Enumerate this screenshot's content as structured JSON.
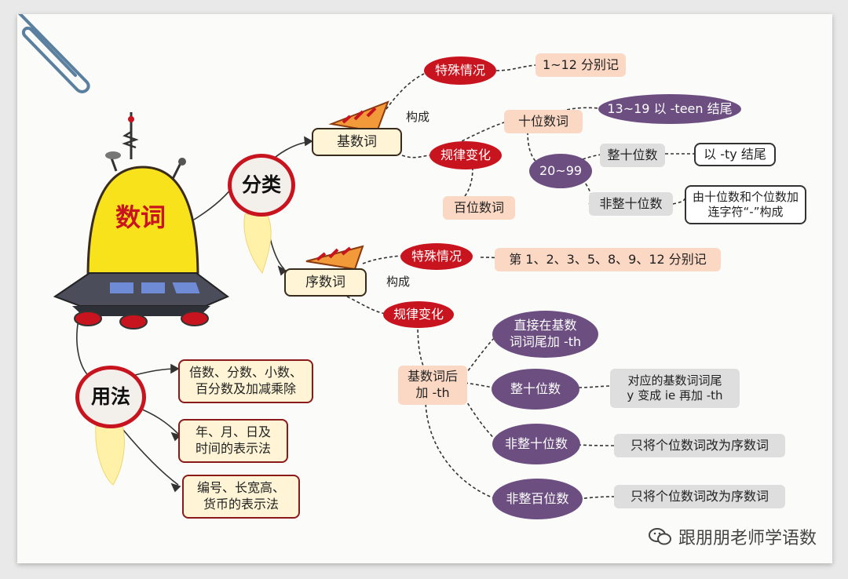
{
  "root": {
    "label": "数词"
  },
  "branches": {
    "classify": "分类",
    "usage": "用法"
  },
  "cardinal": {
    "label": "基数词",
    "compose": "构成",
    "special": {
      "label": "特殊情况",
      "rule": "1~12 分别记"
    },
    "regular": {
      "label": "规律变化"
    },
    "tens": {
      "label": "十位数词",
      "teen": "13~19 以 -teen 结尾",
      "range": "20~99"
    },
    "whole_tens": {
      "label": "整十位数",
      "rule": "以 -ty 结尾"
    },
    "non_whole_tens": {
      "label": "非整十位数",
      "rule_line1": "由十位数和个位数加",
      "rule_line2": "连字符“-”构成"
    },
    "hundreds": {
      "label": "百位数词"
    }
  },
  "ordinal": {
    "label": "序数词",
    "compose": "构成",
    "special": {
      "label": "特殊情况",
      "rule": "第 1、2、3、5、8、9、12 分别记"
    },
    "regular": {
      "label": "规律变化"
    },
    "add_th": {
      "line1": "基数词后",
      "line2": "加 -th"
    },
    "direct": {
      "line1": "直接在基数",
      "line2": "词词尾加 -th"
    },
    "whole_tens": {
      "label": "整十位数",
      "rule_line1": "对应的基数词词尾",
      "rule_line2": "y 变成 ie 再加 -th"
    },
    "non_whole_tens": {
      "label": "非整十位数",
      "rule": "只将个位数词改为序数词"
    },
    "non_whole_hundreds": {
      "label": "非整百位数",
      "rule": "只将个位数词改为序数词"
    }
  },
  "usage": {
    "items": [
      {
        "line1": "倍数、分数、小数、",
        "line2": "百分数及加减乘除"
      },
      {
        "line1": "年、月、日及",
        "line2": "时间的表示法"
      },
      {
        "line1": "编号、长宽高、",
        "line2": "货币的表示法"
      }
    ]
  },
  "watermark": {
    "text": "跟朋朋老师学语数",
    "icon": "wechat-icon"
  },
  "colors": {
    "red": "#c8141e",
    "purple": "#6c4f80",
    "peach": "#fbd8c4",
    "yellow": "#f7e21c",
    "ufo": "#4b4e5a"
  }
}
